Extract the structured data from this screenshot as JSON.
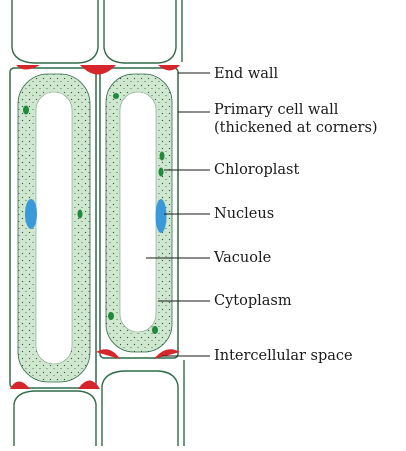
{
  "labels": {
    "end_wall": "End wall",
    "primary_wall_line1": "Primary cell wall",
    "primary_wall_line2": "(thickened at corners)",
    "chloroplast": "Chloroplast",
    "nucleus": "Nucleus",
    "vacuole": "Vacuole",
    "cytoplasm": "Cytoplasm",
    "intercellular_space": "Intercellular space"
  },
  "colors": {
    "cell_wall": "#2f6b48",
    "cytoplasm_fill": "#cfe6cf",
    "cytoplasm_stipple": "#2d5b33",
    "vacuole_fill": "#ffffff",
    "chloroplast": "#1f8a3c",
    "nucleus": "#3a9ad9",
    "thickened_corner": "#d7262b",
    "pointer_line": "#1a1a1a"
  }
}
